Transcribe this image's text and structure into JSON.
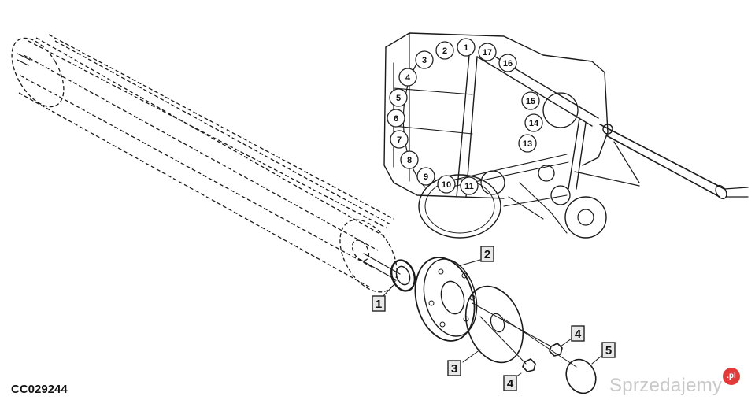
{
  "drawing_code": "CC029244",
  "watermark": {
    "text": "Sprzedajemy",
    "badge": ".pl"
  },
  "callouts": [
    {
      "id": "callout-1",
      "label": "1"
    },
    {
      "id": "callout-2",
      "label": "2"
    },
    {
      "id": "callout-3",
      "label": "3"
    },
    {
      "id": "callout-4a",
      "label": "4"
    },
    {
      "id": "callout-4b",
      "label": "4"
    },
    {
      "id": "callout-5",
      "label": "5"
    }
  ],
  "rollers": [
    "1",
    "2",
    "3",
    "4",
    "5",
    "6",
    "7",
    "8",
    "9",
    "10",
    "11",
    "13",
    "14",
    "15",
    "16",
    "17"
  ]
}
